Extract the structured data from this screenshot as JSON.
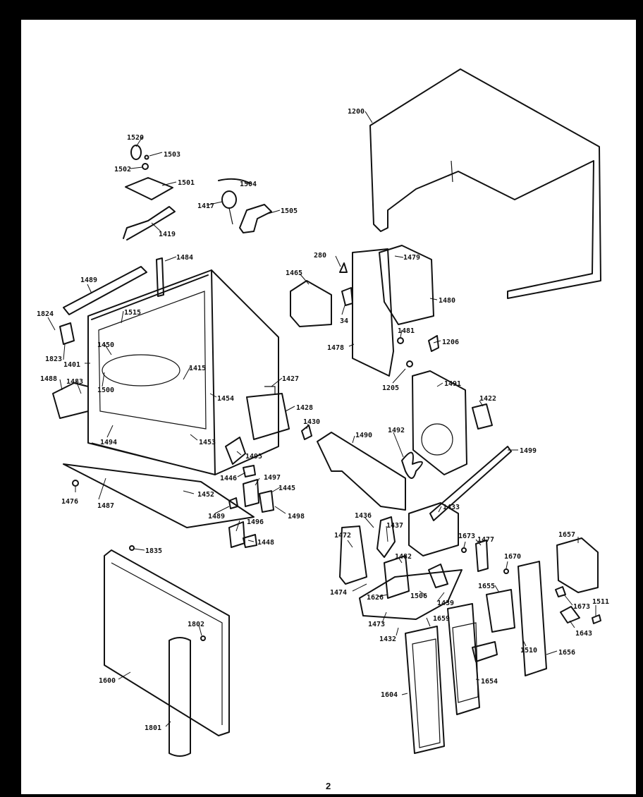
{
  "page_number": "2",
  "labels": {
    "l1200": "1200",
    "l1520": "1520",
    "l1503": "1503",
    "l1502": "1502",
    "l1501": "1501",
    "l1504": "1504",
    "l1417": "1417",
    "l1505": "1505",
    "l1419": "1419",
    "l1484": "1484",
    "l1489": "1489",
    "l280": "280",
    "l1479": "1479",
    "l1465": "1465",
    "l34": "34",
    "l1480": "1480",
    "l1824": "1824",
    "l1515": "1515",
    "l1823": "1823",
    "l1450": "1450",
    "l1401": "1401",
    "l1415": "1415",
    "l1427": "1427",
    "l1481": "1481",
    "l1206": "1206",
    "l1478": "1478",
    "l1205": "1205",
    "l1491": "1491",
    "l1488": "1488",
    "l1483": "1483",
    "l1500": "1500",
    "l1454": "1454",
    "l1428": "1428",
    "l1422": "1422",
    "l1430": "1430",
    "l1494": "1494",
    "l1453": "1453",
    "l1490": "1490",
    "l1492": "1492",
    "l1499": "1499",
    "l1495": "1495",
    "l1446": "1446",
    "l1497": "1497",
    "l1445": "1445",
    "l1476": "1476",
    "l1487": "1487",
    "l1452": "1452",
    "l1489b": "1489",
    "l1498": "1498",
    "l1496": "1496",
    "l1448": "1448",
    "l1436": "1436",
    "l1437": "1437",
    "l1433": "1433",
    "l1472": "1472",
    "l1673a": "1673",
    "l1477": "1477",
    "l1657": "1657",
    "l1835": "1835",
    "l1670": "1670",
    "l1482": "1482",
    "l1474": "1474",
    "l1506": "1506",
    "l1626": "1626",
    "l1439": "1439",
    "l1655": "1655",
    "l1673b": "1673",
    "l1511": "1511",
    "l1802": "1802",
    "l1473": "1473",
    "l1659": "1659",
    "l1643": "1643",
    "l1432": "1432",
    "l1510": "1510",
    "l1656": "1656",
    "l1600": "1600",
    "l1654": "1654",
    "l1604": "1604",
    "l1801": "1801"
  }
}
